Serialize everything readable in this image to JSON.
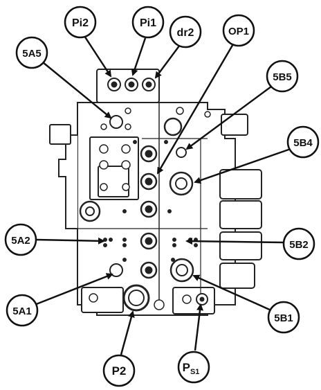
{
  "diagram": {
    "callouts": [
      {
        "id": "pi2",
        "label": "Pi2",
        "sub": ""
      },
      {
        "id": "pi1",
        "label": "Pi1",
        "sub": ""
      },
      {
        "id": "dr2",
        "label": "dr2",
        "sub": ""
      },
      {
        "id": "op1",
        "label": "OP1",
        "sub": ""
      },
      {
        "id": "5a5",
        "label": "5A5",
        "sub": ""
      },
      {
        "id": "5b5",
        "label": "5B5",
        "sub": ""
      },
      {
        "id": "5b4",
        "label": "5B4",
        "sub": ""
      },
      {
        "id": "5a2",
        "label": "5A2",
        "sub": ""
      },
      {
        "id": "5b2",
        "label": "5B2",
        "sub": ""
      },
      {
        "id": "5a1",
        "label": "5A1",
        "sub": ""
      },
      {
        "id": "5b1",
        "label": "5B1",
        "sub": ""
      },
      {
        "id": "p2",
        "label": "P2",
        "sub": ""
      },
      {
        "id": "ps1",
        "label": "P",
        "sub": "S1"
      }
    ]
  }
}
